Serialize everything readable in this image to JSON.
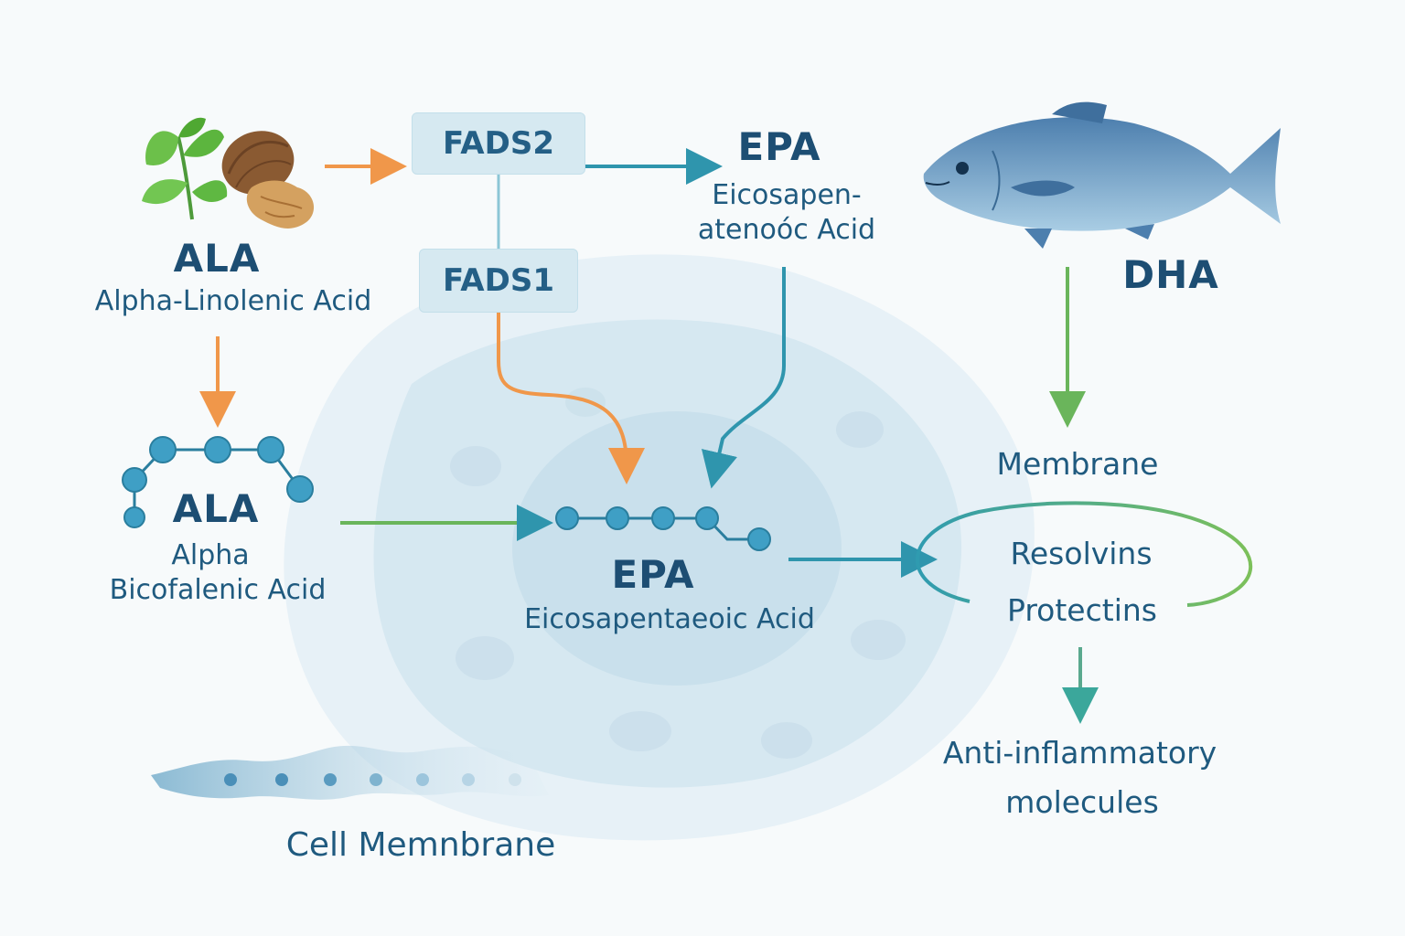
{
  "ala_top": {
    "abbr": "ALA",
    "name": "Alpha-Linolenic Acid"
  },
  "enzymes": {
    "fads2": "FADS2",
    "fads1": "FADS1"
  },
  "epa_top": {
    "abbr": "EPA",
    "name_line1": "Eicosapen-",
    "name_line2": "atenoóc Acid"
  },
  "dha": {
    "abbr": "DHA"
  },
  "ala_chain": {
    "abbr": "ALA",
    "name_line1": "Alpha",
    "name_line2": "Bicofalenic Acid"
  },
  "epa_center": {
    "abbr": "EPA",
    "name": "Eicosapentaeoic Acid"
  },
  "membrane_label": "Membrane",
  "mediators": {
    "line1": "Resolvins",
    "line2": "Protectins"
  },
  "outcome": {
    "line1": "Anti-inflammatory",
    "line2": "molecules"
  },
  "cell_membrane_label": "Cell Memnbrane",
  "colors": {
    "text": "#1d4e73",
    "orange_arrow": "#f0974a",
    "teal_arrow": "#2f95ad",
    "green_arrow": "#6ab55b",
    "node": "#3f9fc5",
    "cell": "#cfe5ef",
    "fish": "#5b8fb9"
  },
  "icons": [
    "leaves-icon",
    "walnut-icon",
    "fish-icon",
    "cell-icon",
    "molecule-chain-icon",
    "membrane-wave-icon"
  ]
}
